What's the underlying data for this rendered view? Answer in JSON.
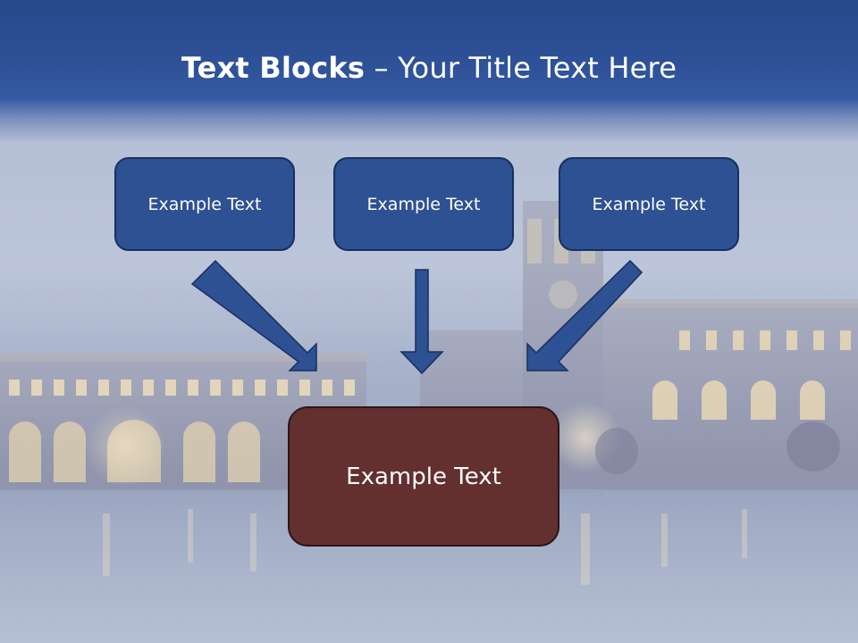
{
  "title": {
    "bold": "Text Blocks",
    "dash": " – ",
    "rest": "Your Title Text Here"
  },
  "boxes": {
    "top": [
      "Example Text",
      "Example Text",
      "Example Text"
    ],
    "bottom": "Example Text"
  },
  "colors": {
    "header_blue": "#2c4f95",
    "box_blue": "#2d5193",
    "box_border": "#17305e",
    "bottom_box": "#632f2f",
    "arrow_fill": "#2d5193",
    "arrow_stroke": "#17305e"
  }
}
